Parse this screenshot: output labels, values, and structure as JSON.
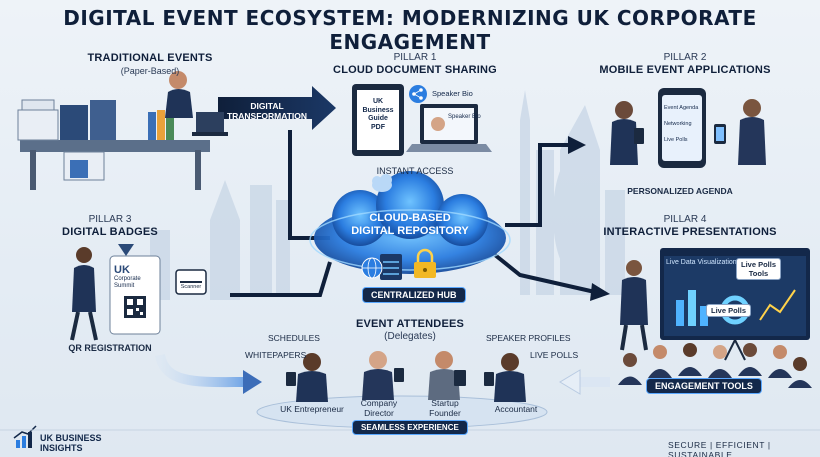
{
  "title": "DIGITAL EVENT ECOSYSTEM: MODERNIZING UK CORPORATE ENGAGEMENT",
  "traditional": {
    "heading": "TRADITIONAL EVENTS",
    "sub": "(Paper-Based)"
  },
  "transformation": {
    "line1": "DIGITAL",
    "line2": "TRANSFORMATION"
  },
  "pillar1": {
    "label": "PILLAR 1",
    "heading": "CLOUD DOCUMENT SHARING",
    "caption": "INSTANT ACCESS",
    "doc_lines": [
      "UK",
      "Business",
      "Guide",
      "PDF"
    ],
    "speaker_bio": "Speaker Bio",
    "speaker_bio_small": "Speaker Bio"
  },
  "pillar2": {
    "label": "PILLAR 2",
    "heading": "MOBILE EVENT APPLICATIONS",
    "caption": "PERSONALIZED AGENDA",
    "app_items": [
      "Event Agenda",
      "Networking",
      "Live Polls"
    ]
  },
  "pillar3": {
    "label": "PILLAR 3",
    "heading": "DIGITAL BADGES",
    "caption": "QR REGISTRATION",
    "badge_lines": [
      "UK",
      "Corporate",
      "Summit"
    ],
    "scanner": "Scanner"
  },
  "pillar4": {
    "label": "PILLAR 4",
    "heading": "INTERACTIVE PRESENTATIONS",
    "caption": "ENGAGEMENT TOOLS",
    "screen_title": "Live Data Visualization",
    "tools_line1": "Live Polls",
    "tools_line2": "Tools",
    "live_polls": "Live Polls"
  },
  "hub": {
    "line1": "CLOUD-BASED",
    "line2": "DIGITAL REPOSITORY",
    "caption": "CENTRALIZED HUB"
  },
  "attendees": {
    "heading": "EVENT ATTENDEES",
    "sub": "(Delegates)",
    "tags": [
      "SCHEDULES",
      "WHITEPAPERS",
      "SPEAKER PROFILES",
      "LIVE POLLS"
    ],
    "people": [
      {
        "name": "UK Entrepreneur"
      },
      {
        "name": "Company Director"
      },
      {
        "name": "Startup Founder"
      },
      {
        "name": "Accountant"
      }
    ],
    "caption": "SEAMLESS EXPERIENCE"
  },
  "footer": {
    "brand_line1": "UK BUSINESS",
    "brand_line2": "INSIGHTS",
    "tagline": "SECURE | EFFICIENT | SUSTAINABLE"
  },
  "colors": {
    "navy": "#13284a",
    "accent": "#2b7de0",
    "arrow": "#0f1f3a"
  }
}
